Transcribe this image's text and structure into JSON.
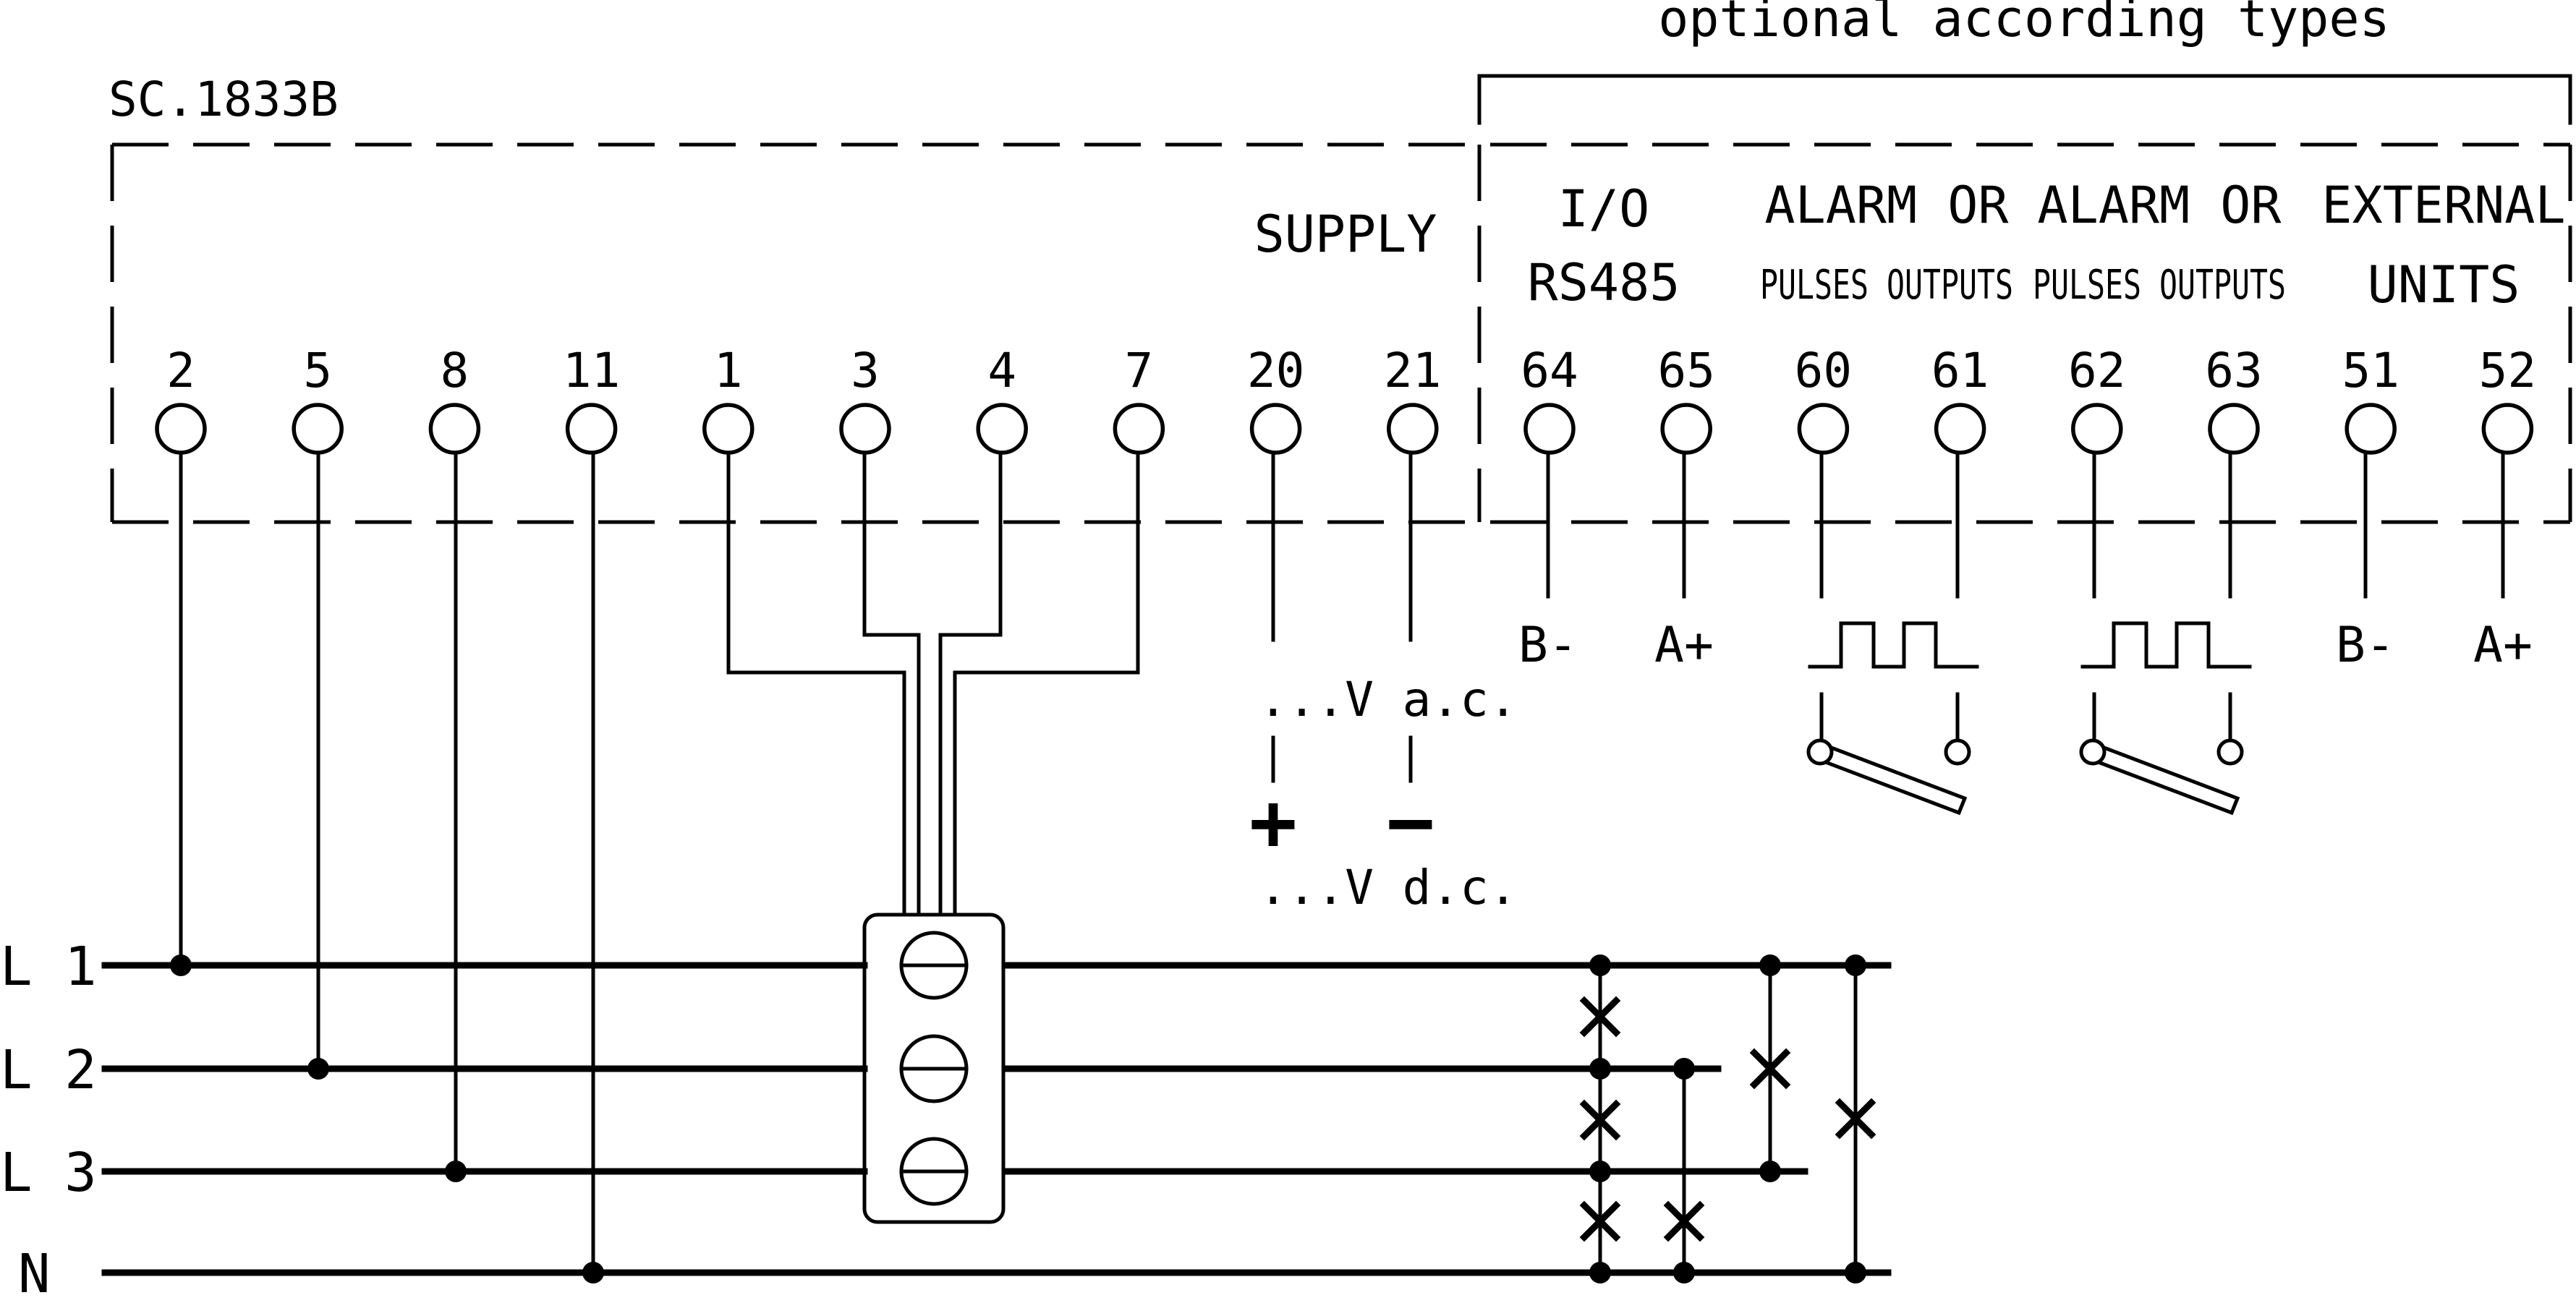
{
  "colors": {
    "ink": "#000000",
    "background": "#ffffff"
  },
  "header": {
    "model": "SC.1833B",
    "optional_note": "optional according types"
  },
  "sections": {
    "supply": "SUPPLY",
    "io_line1": "I/O",
    "io_line2": "RS485",
    "alarm1_line1": "ALARM OR",
    "alarm1_line2": "PULSES OUTPUTS",
    "alarm2_line1": "ALARM OR",
    "alarm2_line2": "PULSES OUTPUTS",
    "external_line1": "EXTERNAL",
    "external_line2": "UNITS"
  },
  "terminals": [
    "2",
    "5",
    "8",
    "11",
    "1",
    "3",
    "4",
    "7",
    "20",
    "21",
    "64",
    "65",
    "60",
    "61",
    "62",
    "63",
    "51",
    "52"
  ],
  "supply_labels": {
    "ac": "...V a.c.",
    "dc": "...V d.c.",
    "plus": "+",
    "minus": "−"
  },
  "bus_labels": {
    "rs485_b": "B-",
    "rs485_a": "A+",
    "ext_b": "B-",
    "ext_a": "A+"
  },
  "lines": [
    "L 1",
    "L 2",
    "L 3",
    "N"
  ],
  "icons": [
    "terminal-circle-icon",
    "current-transformer-icon",
    "pulse-waveform-icon",
    "relay-switch-icon",
    "fuse-cross-icon",
    "junction-dot-icon"
  ]
}
